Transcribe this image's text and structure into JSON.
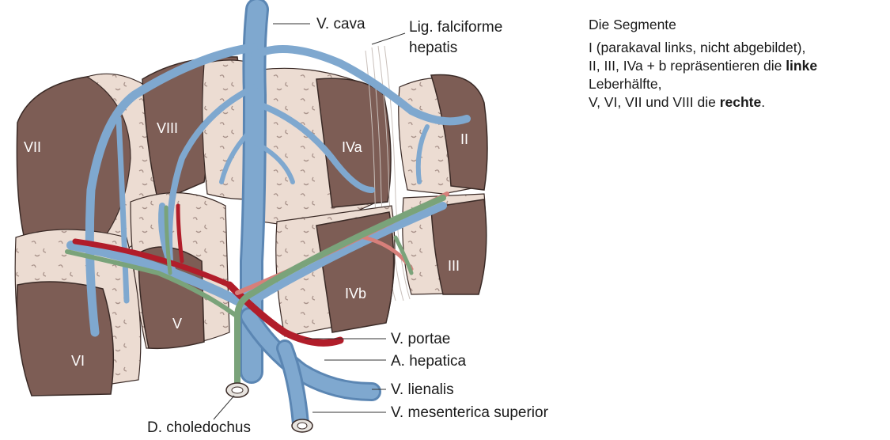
{
  "labels": {
    "v_cava": "V. cava",
    "lig_line1": "Lig. falciforme",
    "lig_line2": "hepatis",
    "v_portae": "V. portae",
    "a_hepatica": "A. hepatica",
    "v_lienalis": "V. lienalis",
    "v_mesenterica": "V. mesenterica superior",
    "d_choledochus": "D. choledochus"
  },
  "segments": {
    "s1": "VII",
    "s2": "VIII",
    "s3": "IVa",
    "s4": "II",
    "s5": "III",
    "s6": "IVb",
    "s7": "V",
    "s8": "VI"
  },
  "legend": {
    "title": "Die Segmente",
    "line1": "I (parakaval links, nicht abgebildet),",
    "line2_pre": "II, III, IVa + b repräsentieren die ",
    "line2_bold": "linke",
    "line3": "Leberhälfte,",
    "line4_pre": "V, VI, VII und VIII die ",
    "line4_bold": "rechte",
    "line4_post": "."
  },
  "colors": {
    "parenchyma": "#7d5d55",
    "cut_surface": "#ecdcd2",
    "vein": "#7fa8cf",
    "vein_dark": "#5b86b3",
    "artery": "#b11d2a",
    "bile_duct": "#7aa37a"
  }
}
